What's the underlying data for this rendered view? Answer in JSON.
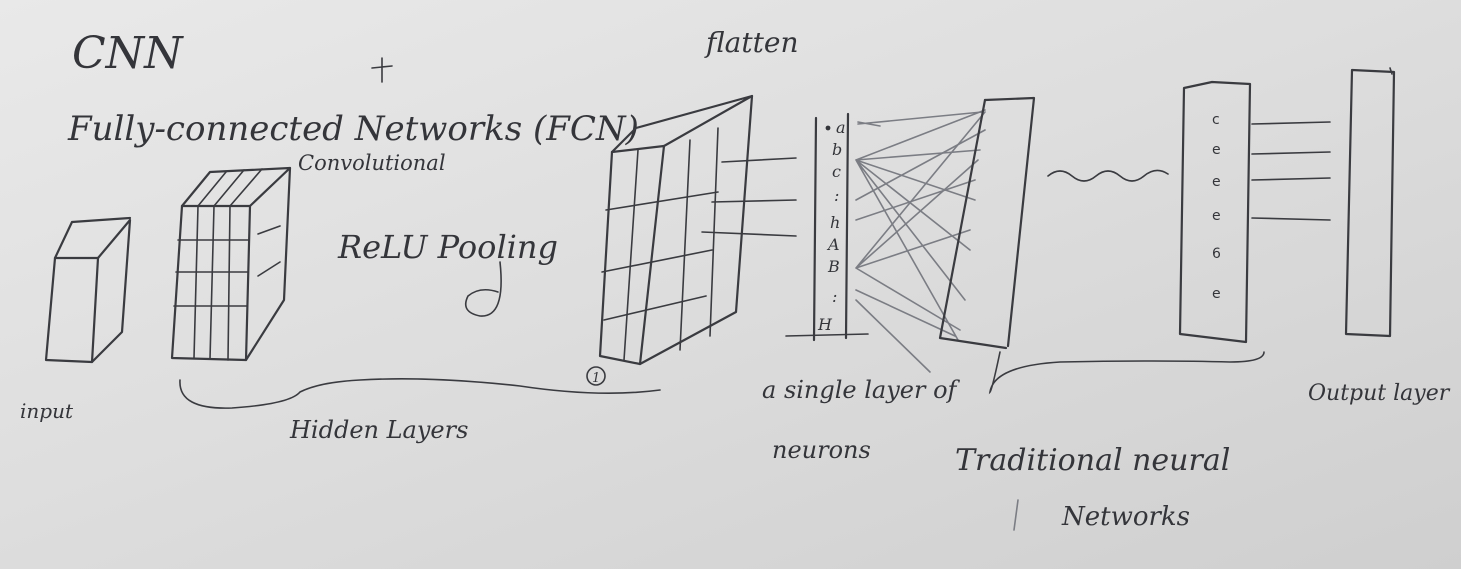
{
  "board": {
    "title": "CNN",
    "fcn_note": "Fully-connected Networks (FCN)",
    "convolutional_label": "Convolutional",
    "relu_pooling_label": "ReLU Pooling",
    "flatten_label": "flatten",
    "input_label": "input",
    "hidden_layers_label": "Hidden Layers",
    "single_layer_label_1": "a single layer of",
    "single_layer_label_2": "neurons",
    "traditional_label_1": "Traditional neural",
    "traditional_label_2": "Networks",
    "output_layer_label": "Output layer",
    "circled_number": "1",
    "flatten_column_letters": [
      "a",
      "b",
      "c",
      ":",
      "h",
      "A",
      "B",
      ":",
      "H"
    ]
  }
}
